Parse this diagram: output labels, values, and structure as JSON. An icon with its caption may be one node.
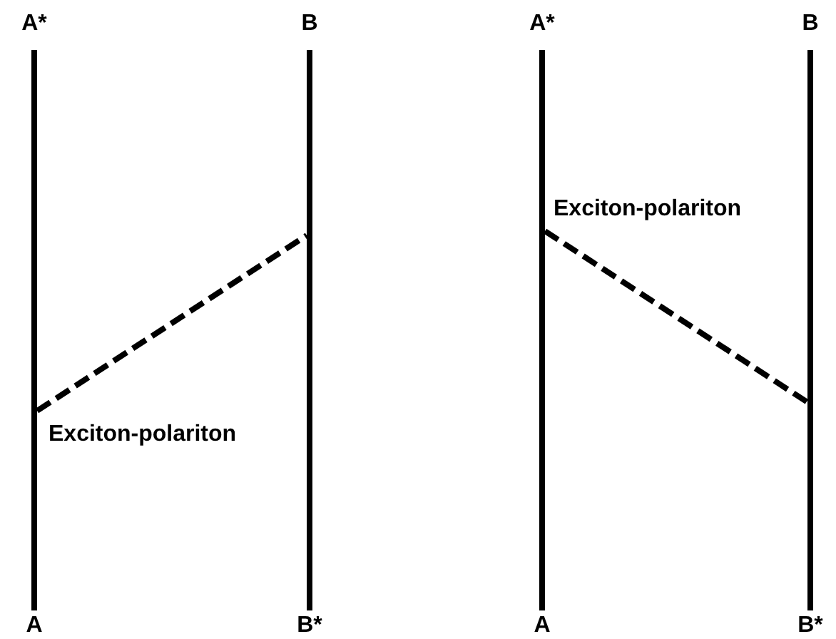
{
  "diagram": {
    "nodes": [
      {
        "text": [],
        "shape": "bar",
        "beside": [
          "A*",
          "A"
        ]
      },
      {
        "text": [],
        "shape": "bar",
        "beside": [
          "B",
          "B*"
        ]
      },
      {
        "text": [],
        "shape": "bar",
        "beside": [
          "A*",
          "A"
        ]
      },
      {
        "text": [],
        "shape": "bar",
        "beside": [
          "B",
          "B*"
        ]
      }
    ],
    "edges": [
      {
        "from": 0,
        "to": 1,
        "arrow": "none",
        "style": "dashed",
        "label": "Exciton-polariton"
      },
      {
        "from": 2,
        "to": 3,
        "arrow": "none",
        "style": "dashed",
        "label": "Exciton-polariton"
      }
    ]
  }
}
